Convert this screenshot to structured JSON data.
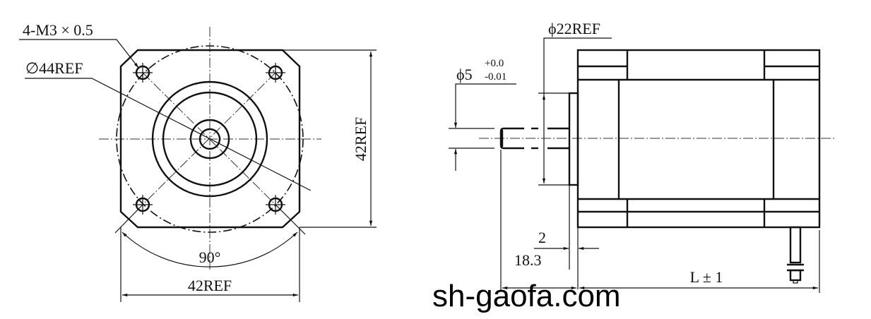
{
  "front_view": {
    "thread_label": "4-M3 × 0.5",
    "circle_label": "∅44REF",
    "height_label": "42REF",
    "width_label": "42REF",
    "angle_label": "90°"
  },
  "side_view": {
    "flange_label": "ϕ22REF",
    "shaft_label": "ϕ5",
    "shaft_tol_upper": "+0.0",
    "shaft_tol_lower": "-0.01",
    "flange_thickness_label": "2",
    "shaft_length_label": "18.3",
    "body_length_label": "L ± 1"
  },
  "watermark": "sh-gaofa.com"
}
